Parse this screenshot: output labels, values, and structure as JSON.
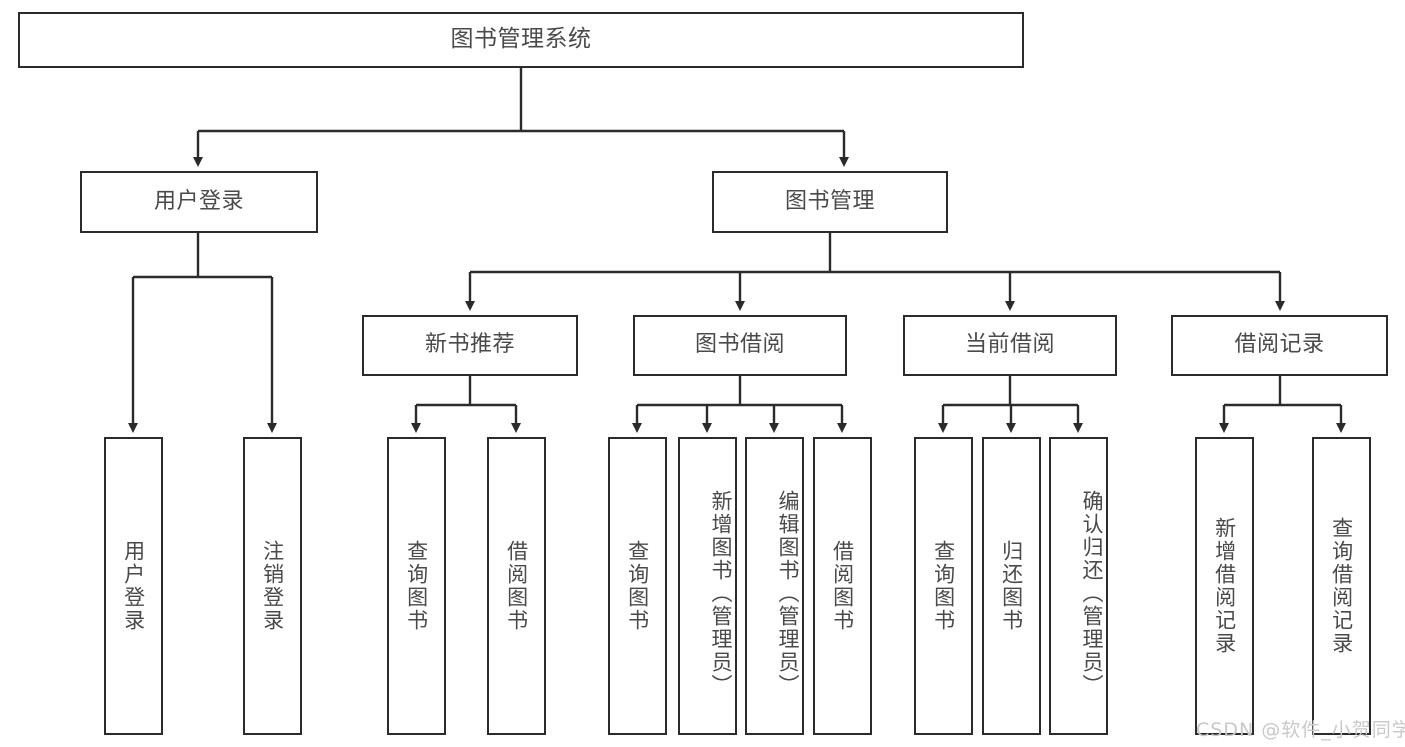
{
  "diagram": {
    "type": "hierarchy-tree",
    "title": "图书管理系统",
    "colors": {
      "box_border": "#2b2b2b",
      "box_fill": "#ffffff",
      "text": "#4a4a4a",
      "connector": "#2b2b2b",
      "watermark": "#c9c9c9",
      "background": "#ffffff"
    },
    "root": {
      "label": "图书管理系统"
    },
    "level2": [
      {
        "label": "用户登录"
      },
      {
        "label": "图书管理"
      }
    ],
    "level3": [
      {
        "label": "新书推荐"
      },
      {
        "label": "图书借阅"
      },
      {
        "label": "当前借阅"
      },
      {
        "label": "借阅记录"
      }
    ],
    "leaves_user_login": [
      {
        "label": "用户登录"
      },
      {
        "label": "注销登录"
      }
    ],
    "leaves_new_book": [
      {
        "label": "查询图书"
      },
      {
        "label": "借阅图书"
      }
    ],
    "leaves_borrow": [
      {
        "label": "查询图书"
      },
      {
        "label": "新增图书（管理员）"
      },
      {
        "label": "编辑图书（管理员）"
      },
      {
        "label": "借阅图书"
      }
    ],
    "leaves_current": [
      {
        "label": "查询图书"
      },
      {
        "label": "归还图书"
      },
      {
        "label": "确认归还（管理员）"
      }
    ],
    "leaves_records": [
      {
        "label": "新增借阅记录"
      },
      {
        "label": "查询借阅记录"
      }
    ]
  },
  "watermark": {
    "text": "CSDN @软件_小贺同学"
  }
}
